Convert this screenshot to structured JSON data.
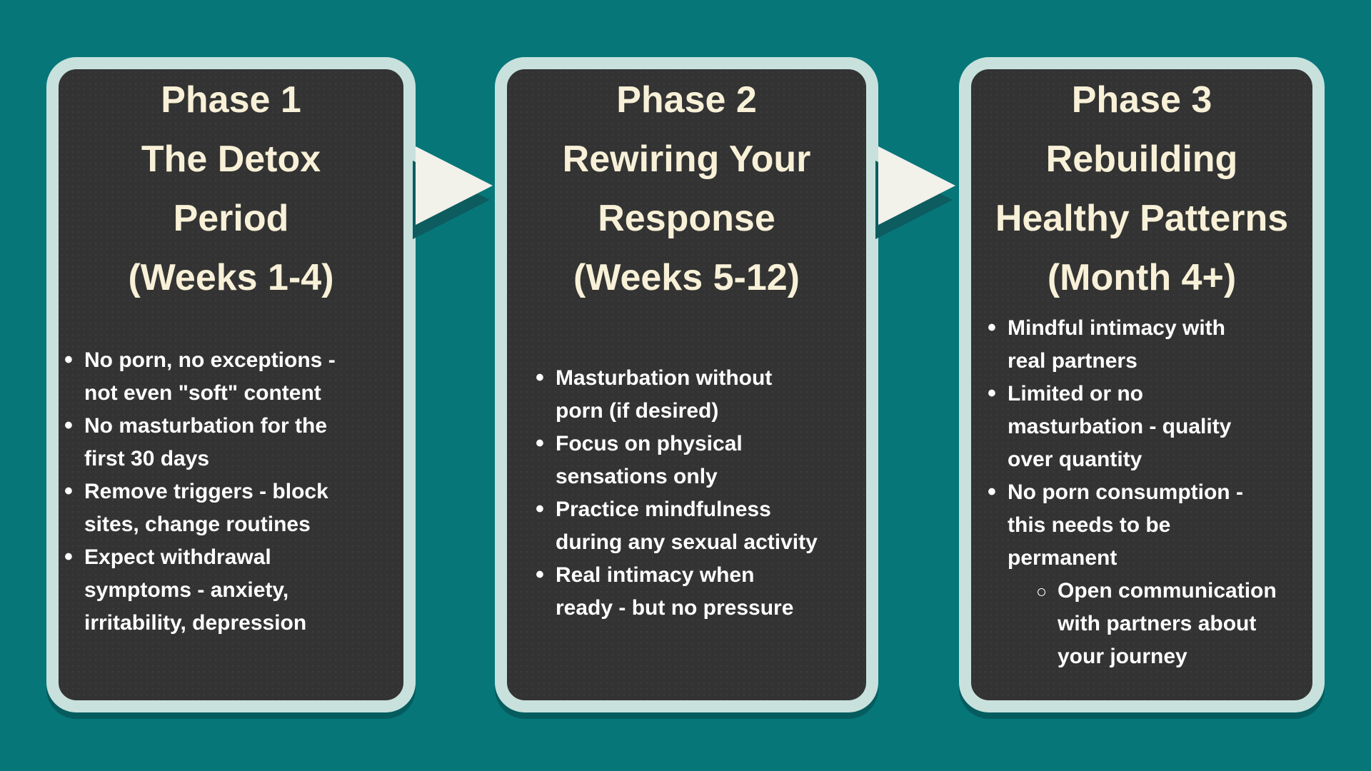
{
  "colors": {
    "bg": "#077679",
    "card-bg": "#333333",
    "card-border": "#C8E1DC",
    "title-text": "#F8F1D8",
    "body-text": "#FFFFFF",
    "arrow": "#F2F1EA",
    "arrow-shadow": "#0D5C5F"
  },
  "cards": [
    {
      "title": "Phase 1\nThe Detox\nPeriod\n(Weeks 1-4)",
      "bullets": [
        "No porn, no exceptions -\nnot even \"soft\" content",
        "No masturbation for the\nfirst 30 days",
        "Remove triggers - block\nsites, change routines",
        "Expect withdrawal\nsymptoms - anxiety,\nirritability, depression"
      ]
    },
    {
      "title": "Phase 2\nRewiring Your\nResponse\n(Weeks 5-12)",
      "bullets": [
        "Masturbation without\nporn (if desired)",
        "Focus on physical\nsensations only",
        "Practice mindfulness\nduring any sexual activity",
        "Real intimacy when\nready - but no pressure"
      ]
    },
    {
      "title": "Phase 3\nRebuilding\nHealthy Patterns\n(Month 4+)",
      "bullets": [
        "Mindful intimacy with\nreal partners",
        "Limited or no\nmasturbation - quality\nover quantity",
        "No porn consumption -\nthis needs to be\npermanent"
      ],
      "sub_bullet": "Open communication\nwith partners about\nyour journey"
    }
  ]
}
